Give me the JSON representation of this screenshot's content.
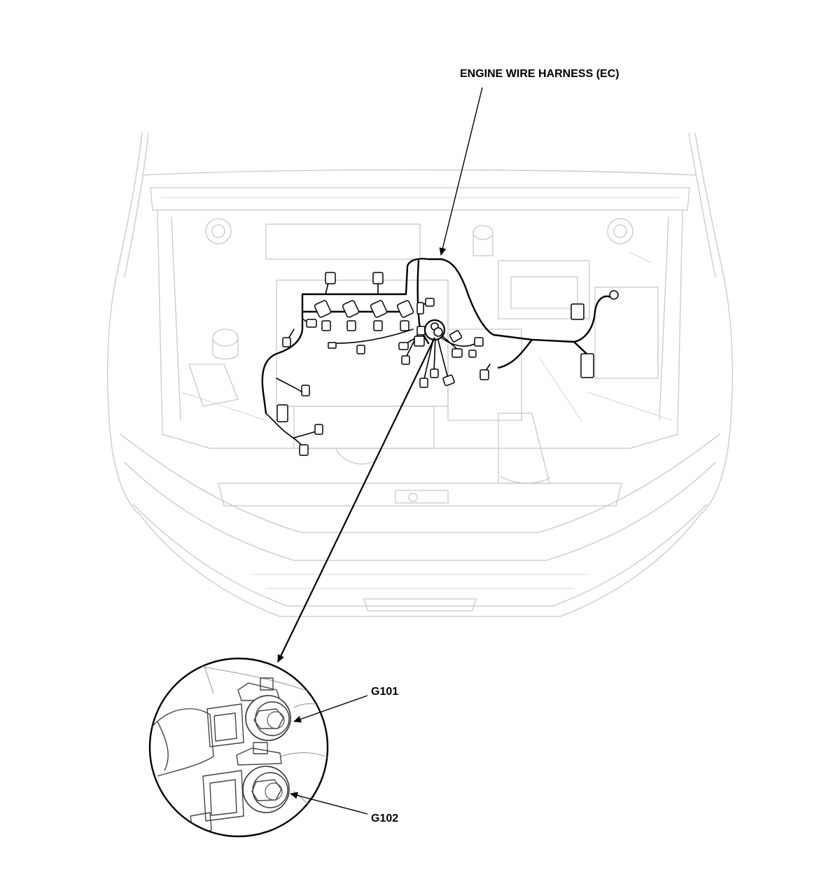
{
  "labels": {
    "harness": "ENGINE WIRE HARNESS (EC)",
    "ground_1": "G101",
    "ground_2": "G102"
  },
  "colors": {
    "harness": "#000000",
    "vehicle_outline": "#c8c8c8",
    "background": "#ffffff"
  },
  "icons": {
    "arrowhead": "filled-triangle-arrow",
    "connector": "rectangular-connector"
  }
}
